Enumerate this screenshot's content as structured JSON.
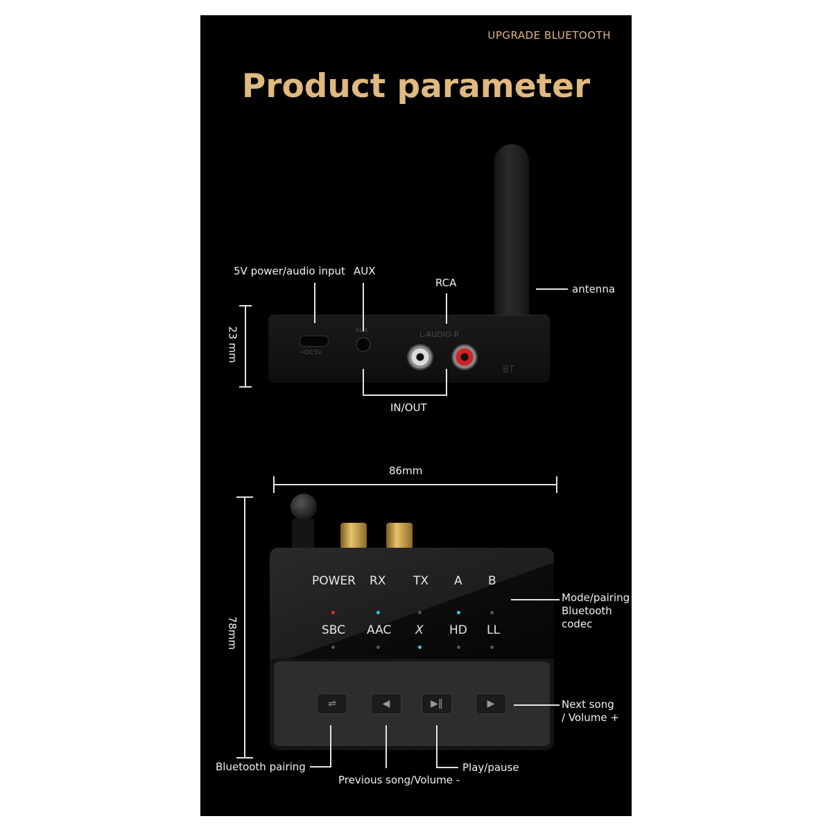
{
  "header": {
    "badge": "UPGRADE BLUETOOTH",
    "title": "Product parameter"
  },
  "rear_view": {
    "callouts": {
      "power": "5V power/audio input",
      "aux": "AUX",
      "rca": "RCA",
      "antenna": "antenna",
      "in_out": "IN/OUT"
    },
    "height_dimension": "23 mm",
    "printed": {
      "dc5v": "⎓DC5V",
      "aux": "AUX",
      "audio": "L-AUDIO-R",
      "bt": "BT"
    }
  },
  "top_view": {
    "width_dimension": "86mm",
    "depth_dimension": "78mm",
    "indicators_row1": [
      "POWER",
      "RX",
      "TX",
      "A",
      "B"
    ],
    "indicators_row2": [
      "SBC",
      "AAC",
      "X",
      "HD",
      "LL"
    ],
    "led_colors": {
      "power": "#e03030",
      "rx": "#3fc6e0",
      "a": "#3fc6e0",
      "codec_x": "#3fc6e0",
      "off": "#555555"
    },
    "callouts": {
      "mode": "Mode/pairing",
      "codec1": "Bluetooth",
      "codec2": "codec",
      "next1": "Next song",
      "next2": "/ Volume +",
      "pairing": "Bluetooth pairing",
      "prev": "Previous song/Volume -",
      "play": "Play/pause"
    },
    "buttons": [
      "pairing-icon",
      "previous-icon",
      "play-pause-icon",
      "next-icon"
    ]
  },
  "colors": {
    "gold": "#e0b97f",
    "background": "#000000"
  }
}
